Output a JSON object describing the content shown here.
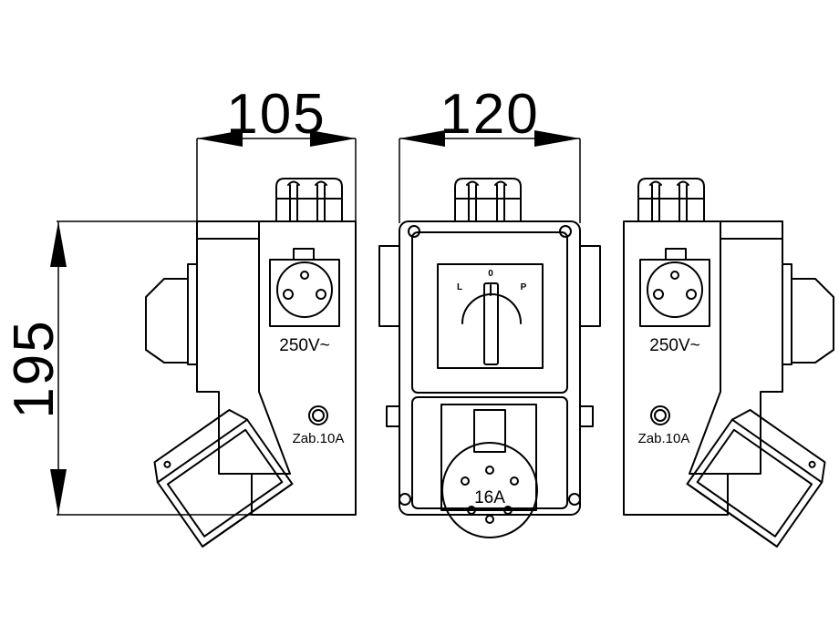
{
  "dimensions": {
    "side_width": "105",
    "front_width": "120",
    "height": "195"
  },
  "labels": {
    "voltage_left": "250V~",
    "voltage_right": "250V~",
    "fuse_left": "Zab.10A",
    "fuse_right": "Zab.10A",
    "socket_rating": "16A",
    "switch_left": "L",
    "switch_middle": "0",
    "switch_right": "P"
  },
  "colors": {
    "line": "#000000",
    "background": "#ffffff"
  }
}
